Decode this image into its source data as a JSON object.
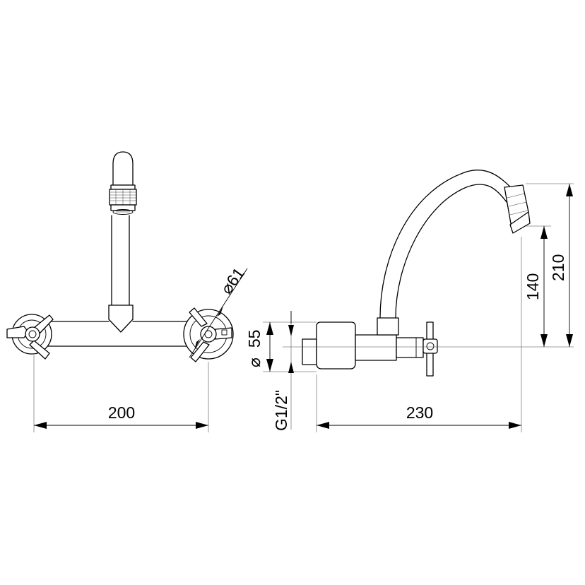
{
  "dimensions": {
    "front_width": "200",
    "handle_diameter_prefix": "⌀",
    "handle_diameter_value": "61",
    "flange_diameter_prefix": "⌀",
    "flange_diameter_value": "55",
    "thread": "G1/2\"",
    "side_depth": "230",
    "spout_lower_height": "140",
    "spout_total_height": "210"
  }
}
